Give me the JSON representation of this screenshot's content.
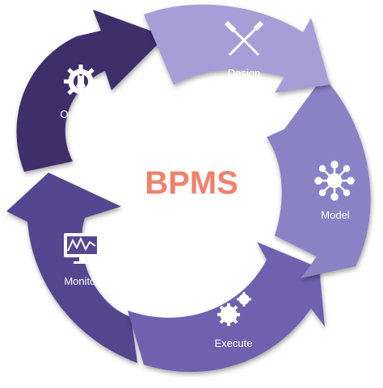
{
  "title": "BPMS",
  "colors": {
    "title": "#f3806a",
    "design": "#a79ed8",
    "model": "#8b82c6",
    "execute": "#6f61b0",
    "monitor": "#54468f",
    "optimize": "#3e2f6b",
    "icon": "#ffffff"
  },
  "stages": [
    {
      "key": "design",
      "label": "Design",
      "icon": "ruler-pencil-icon"
    },
    {
      "key": "model",
      "label": "Model",
      "icon": "network-hub-icon"
    },
    {
      "key": "execute",
      "label": "Execute",
      "icon": "gears-icon"
    },
    {
      "key": "monitor",
      "label": "Monitor",
      "icon": "monitor-chart-icon"
    },
    {
      "key": "optimize",
      "label": "Optimize",
      "icon": "gear-wrench-icon"
    }
  ]
}
